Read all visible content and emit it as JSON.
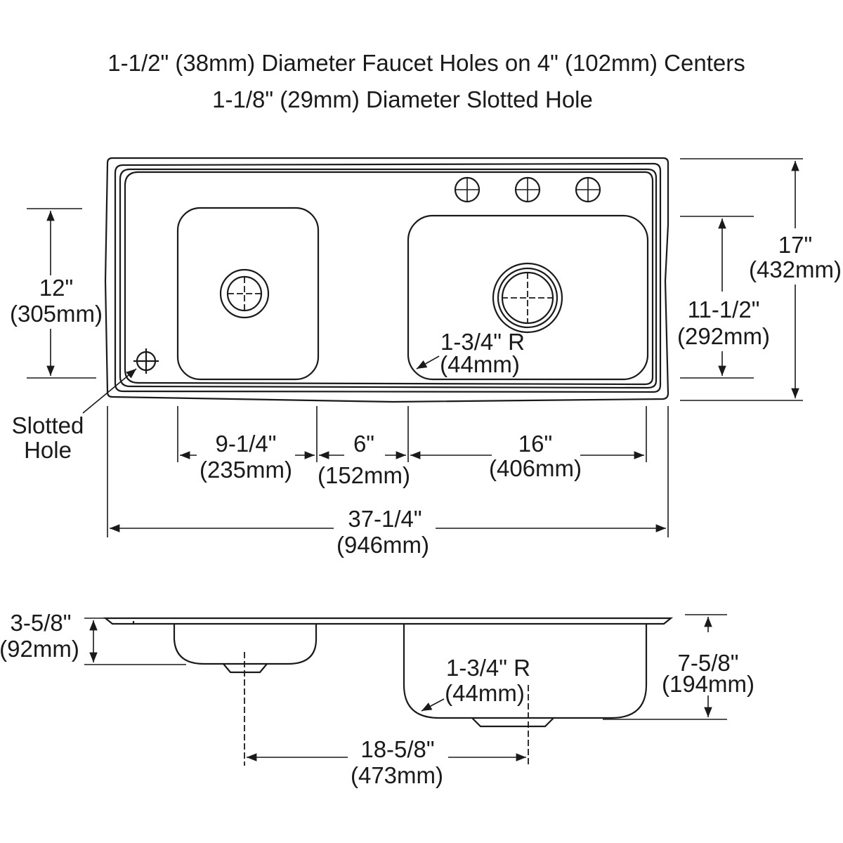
{
  "title": {
    "line1": "1-1/2\" (38mm) Diameter Faucet Holes on 4\" (102mm) Centers",
    "line2": "1-1/8\" (29mm) Diameter Slotted Hole"
  },
  "top_view": {
    "dim_bowl_depth_left": {
      "imperial": "12\"",
      "metric": "(305mm)"
    },
    "dim_overall_depth": {
      "imperial": "17\"",
      "metric": "(432mm)"
    },
    "dim_bowl_depth_right": {
      "imperial": "11-1/2\"",
      "metric": "(292mm)"
    },
    "corner_radius": {
      "imperial": "1-3/4\" R",
      "metric": "(44mm)"
    },
    "slotted_hole_label": {
      "line1": "Slotted",
      "line2": "Hole"
    },
    "dim_left_bowl_width": {
      "imperial": "9-1/4\"",
      "metric": "(235mm)"
    },
    "dim_divider": {
      "imperial": "6\"",
      "metric": "(152mm)"
    },
    "dim_right_bowl_width": {
      "imperial": "16\"",
      "metric": "(406mm)"
    },
    "dim_overall_width": {
      "imperial": "37-1/4\"",
      "metric": "(946mm)"
    }
  },
  "side_view": {
    "dim_left_depth": {
      "imperial": "3-5/8\"",
      "metric": "(92mm)"
    },
    "dim_right_depth": {
      "imperial": "7-5/8\"",
      "metric": "(194mm)"
    },
    "corner_radius": {
      "imperial": "1-3/4\" R",
      "metric": "(44mm)"
    },
    "dim_drain_spacing": {
      "imperial": "18-5/8\"",
      "metric": "(473mm)"
    }
  }
}
